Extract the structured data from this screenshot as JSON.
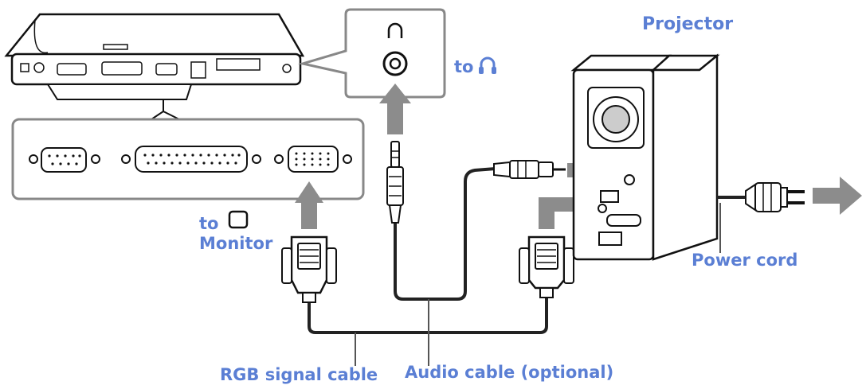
{
  "labels": {
    "projector": "Projector",
    "to_headphones": "to",
    "to_monitor_to": "to",
    "to_monitor_label": "Monitor",
    "power_cord": "Power cord",
    "rgb_signal_cable": "RGB signal cable",
    "audio_cable": "Audio cable (optional)"
  },
  "icons": {
    "headphone": "headphone-icon",
    "monitor": "monitor-icon"
  },
  "colors": {
    "label": "#5b7fd4",
    "arrow": "#8c8c8c",
    "line": "#222222"
  }
}
